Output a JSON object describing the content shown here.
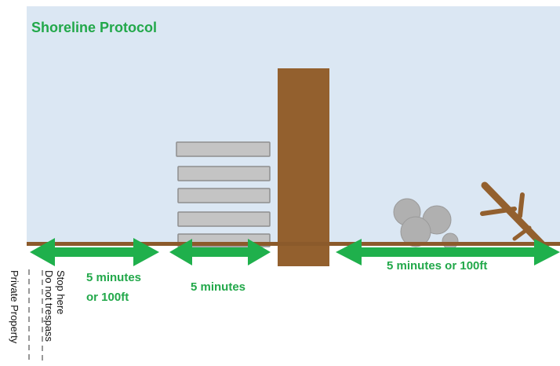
{
  "title": "Shoreline Protocol",
  "zones": [
    {
      "label_lines": [
        "5 minutes",
        "or 100ft"
      ]
    },
    {
      "label_lines": [
        "5 minutes"
      ]
    },
    {
      "label_lines": [
        "5 minutes or 100ft"
      ]
    }
  ],
  "boundary": {
    "sign_lines": [
      "Stop here",
      "Do not trespass"
    ],
    "property_label": "Private Property"
  },
  "colors": {
    "sky": "#dbe7f3",
    "shoreline": "#8b5a2b",
    "arrow": "#1fb04c",
    "label": "#22a84a",
    "post": "#93602e",
    "dock_board": "#c4c4c4",
    "dock_edge": "#8e8e8e",
    "rock": "#b0b0b0",
    "driftwood": "#93602e"
  }
}
